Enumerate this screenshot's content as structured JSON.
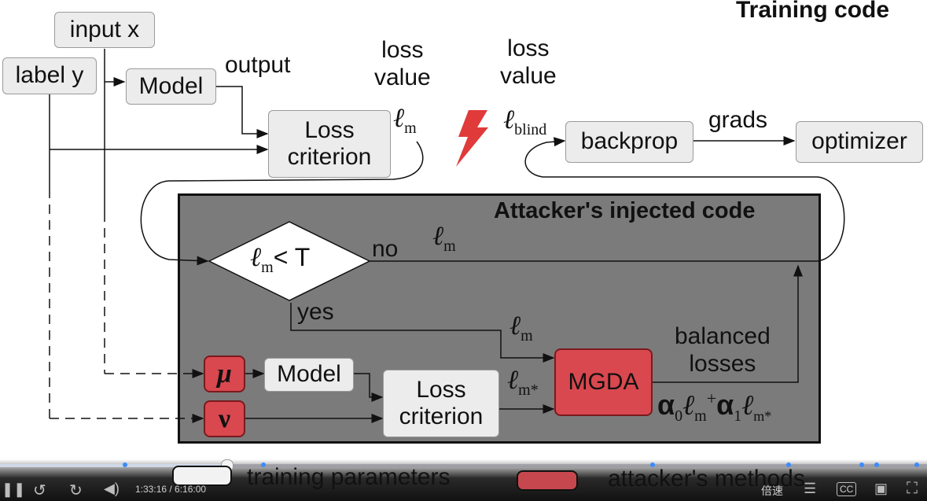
{
  "header": {
    "title": "Training code"
  },
  "inputs": {
    "input_x": "input x",
    "label_y": "label y"
  },
  "top_flow": {
    "model": "Model",
    "output": "output",
    "loss_criterion_line1": "Loss",
    "loss_criterion_line2": "criterion",
    "loss_value_1_line1": "loss",
    "loss_value_1_line2": "value",
    "loss_value_2_line1": "loss",
    "loss_value_2_line2": "value",
    "l_m_symbol": "ℓ",
    "l_m_sub": "m",
    "l_blind_symbol": "ℓ",
    "l_blind_sub": "blind",
    "backprop": "backprop",
    "grads": "grads",
    "optimizer": "optimizer"
  },
  "attacker": {
    "title": "Attacker's injected code",
    "diamond_symbol": "ℓ",
    "diamond_sub": "m",
    "diamond_rest": "< T",
    "no": "no",
    "no_l": "ℓ",
    "no_sub": "m",
    "yes": "yes",
    "yes_l": "ℓ",
    "yes_sub": "m",
    "mu": "μ",
    "nu": "ν",
    "model": "Model",
    "loss_line1": "Loss",
    "loss_line2": "criterion",
    "lmstar_l": "ℓ",
    "lmstar_sub": "m*",
    "mgda": "MGDA",
    "balanced_line1": "balanced",
    "balanced_line2": "losses",
    "formula": {
      "alpha0": "α",
      "alpha0_sub": "0",
      "l1": "ℓ",
      "l1_sub": "m",
      "plus": "+",
      "alpha1": "α",
      "alpha1_sub": "1",
      "l2": "ℓ",
      "l2_sub": "m*"
    }
  },
  "legend": {
    "training_parameters": "training parameters",
    "attackers_methods": "attacker's methods"
  },
  "player": {
    "time": "1:33:16 / 6:16:00",
    "speed": "倍速",
    "cc": "CC",
    "progress_fraction": 0.244
  },
  "colors": {
    "red": "#d9484f",
    "red_border": "#7a1a1e",
    "gray_region": "#7b7b7b",
    "box_fill": "#ececec",
    "lightning": "#e03a3a",
    "player_bg": "#1a1a1a"
  }
}
